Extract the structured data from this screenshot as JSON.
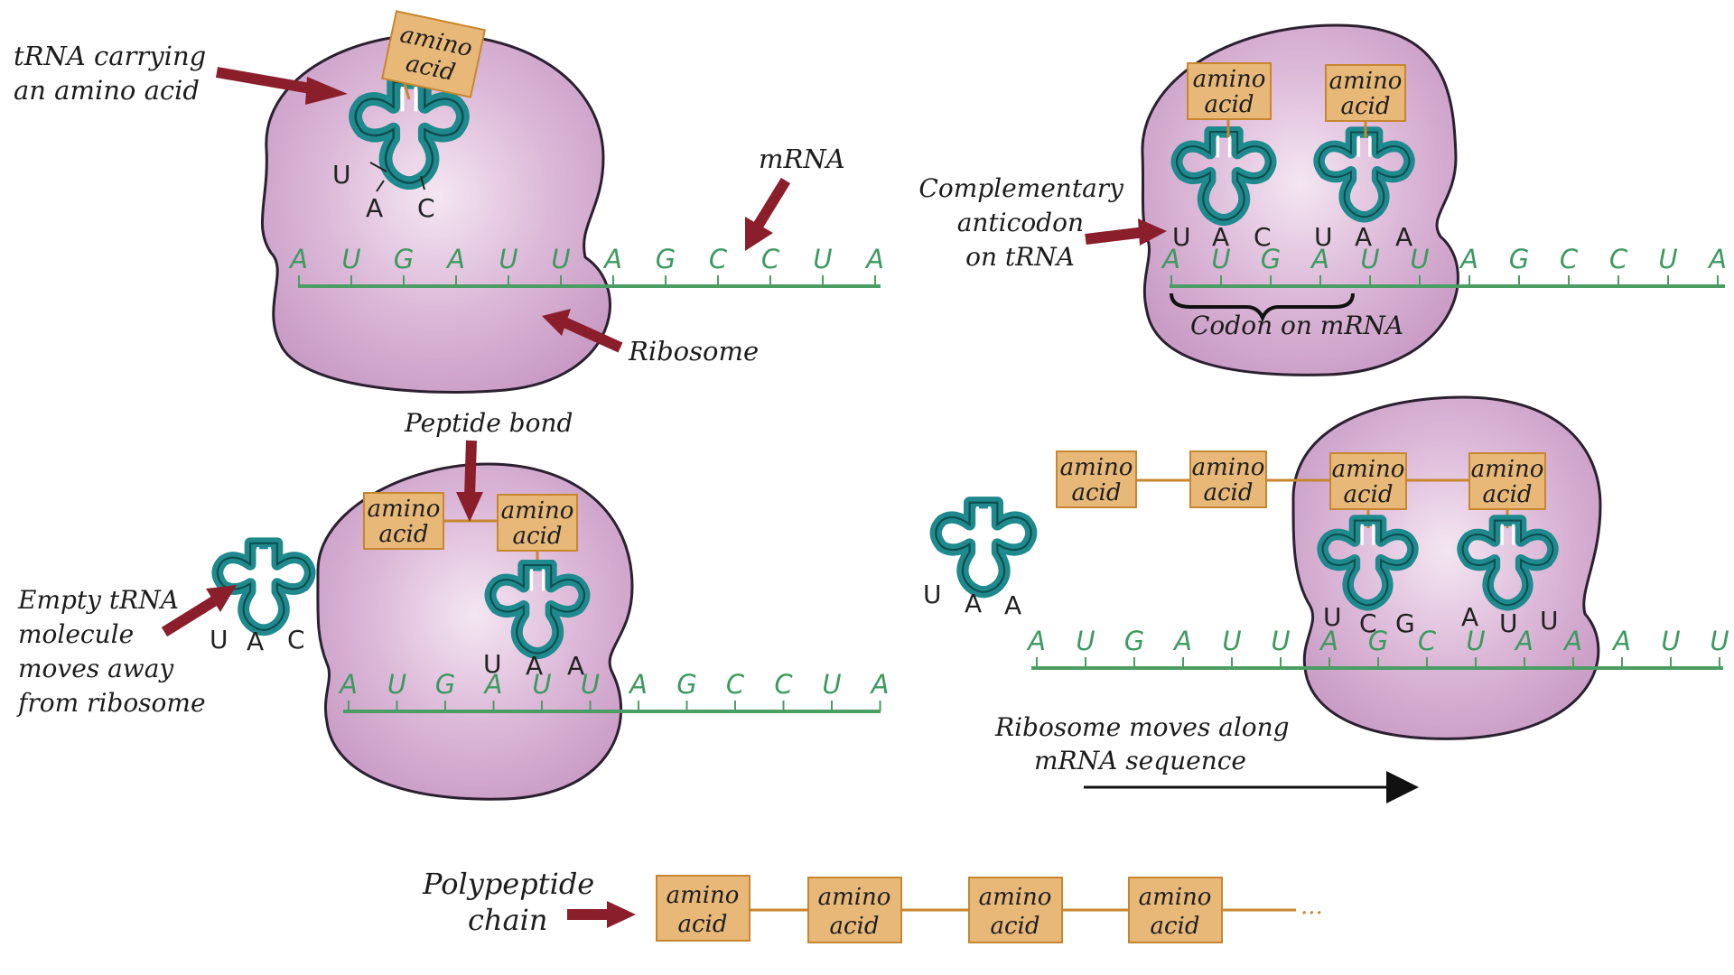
{
  "colors": {
    "ribosome": "#d7b2d4",
    "ribosome_edge": "#2b2030",
    "trna": "#1f8a8d",
    "mrna": "#4a9d63",
    "amino_box": "#e8b878",
    "amino_edge": "#c7862f",
    "arrow": "#8a1f2b"
  },
  "amino_acid": [
    "amino",
    "acid"
  ],
  "mrna_top": [
    "A",
    "U",
    "G",
    "A",
    "U",
    "U",
    "A",
    "G",
    "C",
    "C",
    "U",
    "A"
  ],
  "mrna_bottom_right": [
    "A",
    "U",
    "G",
    "A",
    "U",
    "U",
    "A",
    "G",
    "C",
    "U",
    "A",
    "A",
    "A",
    "U",
    "U"
  ],
  "anticodon_uac": [
    "U",
    "A",
    "C"
  ],
  "anticodon_uaa": [
    "U",
    "A",
    "A"
  ],
  "anticodon_ucg": [
    "U",
    "C",
    "G"
  ],
  "anticodon_auu": [
    "A",
    "U",
    "U"
  ],
  "labels": {
    "trna_carrying": [
      "tRNA carrying",
      "an amino acid"
    ],
    "mrna": "mRNA",
    "ribosome": "Ribosome",
    "complementary": [
      "Complementary",
      "anticodon",
      "on tRNA"
    ],
    "codon": "Codon on mRNA",
    "peptide_bond": "Peptide bond",
    "empty_trna": [
      "Empty tRNA",
      "molecule",
      "moves away",
      "from ribosome"
    ],
    "ribosome_moves": [
      "Ribosome moves along",
      "mRNA sequence"
    ],
    "polypeptide": [
      "Polypeptide",
      "chain"
    ],
    "ellipsis": "..."
  }
}
